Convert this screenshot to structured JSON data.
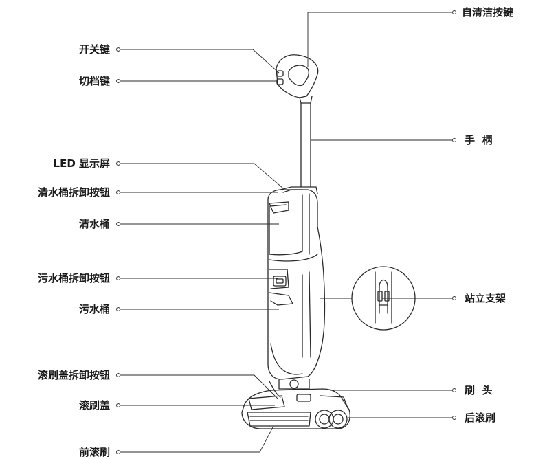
{
  "labels": {
    "self_clean_button": "自清洁按键",
    "power_button": "开关键",
    "mode_button": "切档键",
    "handle": "手  柄",
    "led_display": "LED 显示屏",
    "clean_tank_release": "清水桶拆卸按钮",
    "clean_tank": "清水桶",
    "dirty_tank_release": "污水桶拆卸按钮",
    "dirty_tank": "污水桶",
    "stand": "站立支架",
    "brush_cover_release": "滚刷盖拆卸按钮",
    "brush_head": "刷  头",
    "brush_cover": "滚刷盖",
    "rear_roller": "后滚刷",
    "front_roller": "前滚刷"
  },
  "colors": {
    "line": "#2a2a2a",
    "body_fill": "#ffffff",
    "text": "#1a1a1a"
  }
}
